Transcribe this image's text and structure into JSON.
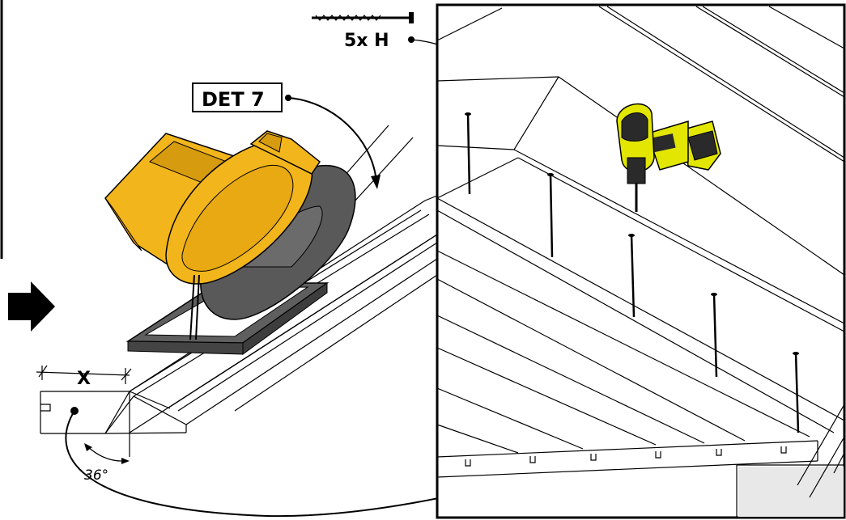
{
  "labels": {
    "screw_callout": "5x H",
    "detail_callout": "DET 7",
    "dimension_x": "X",
    "angle": "36°"
  },
  "colors": {
    "saw_body": "#f2b51c",
    "saw_dark": "#c98a0a",
    "saw_blade_guard": "#555555",
    "saw_base": "#606060",
    "drill_body": "#e2e600",
    "drill_dark": "#2a2a2a",
    "panel_border": "#000000"
  },
  "icons": [
    "screw-icon",
    "circular-saw-icon",
    "cordless-drill-icon",
    "next-step-arrow-icon"
  ]
}
